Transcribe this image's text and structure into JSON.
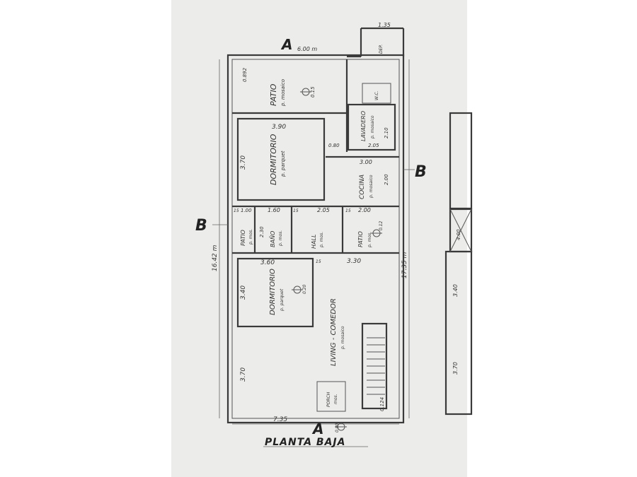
{
  "plan": {
    "title": "PLANTA BAJA",
    "section_marks": {
      "a_top": "A",
      "a_bottom": "A",
      "b_left": "B",
      "b_right": "B"
    },
    "overall": {
      "width": "7.35",
      "depth_left": "16.42 m",
      "depth_right": "17.35 m",
      "top_offset": "6.00 m",
      "top_right": "1.35"
    },
    "rooms": {
      "patio_top": {
        "name": "PATIO",
        "floor": "p. mosaico",
        "level": "0.15"
      },
      "dorm1": {
        "name": "DORMITORIO",
        "floor": "p. parquet",
        "w": "3.90",
        "h": "3.70"
      },
      "lavadero": {
        "name": "LAVADERO",
        "floor": "p. mosaico",
        "w": "2.05",
        "h": "2.10"
      },
      "wc": {
        "name": "W.C."
      },
      "dep": {
        "name": "DEP."
      },
      "cocina": {
        "name": "COCINA",
        "floor": "p. mosaico",
        "w": "3.00",
        "h": "2.00"
      },
      "patio_small": {
        "name": "PATIO",
        "floor": "p. mos.",
        "w": "1.00"
      },
      "bano": {
        "name": "BAÑO",
        "floor": "p. mos.",
        "w": "1.60",
        "h": "2.30"
      },
      "hall": {
        "name": "HALL",
        "floor": "p. mos.",
        "w": "2.05"
      },
      "patio_mid": {
        "name": "PATIO",
        "floor": "p. mos.",
        "w": "2.00",
        "level": "0.12"
      },
      "dorm2": {
        "name": "DORMITORIO",
        "floor": "p. parquet",
        "w": "3.60",
        "h": "3.40",
        "level": "0.20"
      },
      "living": {
        "name": "LIVING - COMEDOR",
        "floor": "p. mosaico",
        "w": "3.30",
        "h": "3.70"
      },
      "porch": {
        "name": "PORCH",
        "floor": "mos."
      }
    },
    "misc": {
      "d080": "0.80",
      "d15a": "15",
      "d15b": "15",
      "d15c": "15",
      "d15d": "15",
      "d0892": "0.892",
      "d0124": "0.124",
      "lvl_entry": "0.00"
    },
    "right_plan": {
      "d340": "3.40",
      "d370": "3.70",
      "d400": "4.00"
    }
  }
}
